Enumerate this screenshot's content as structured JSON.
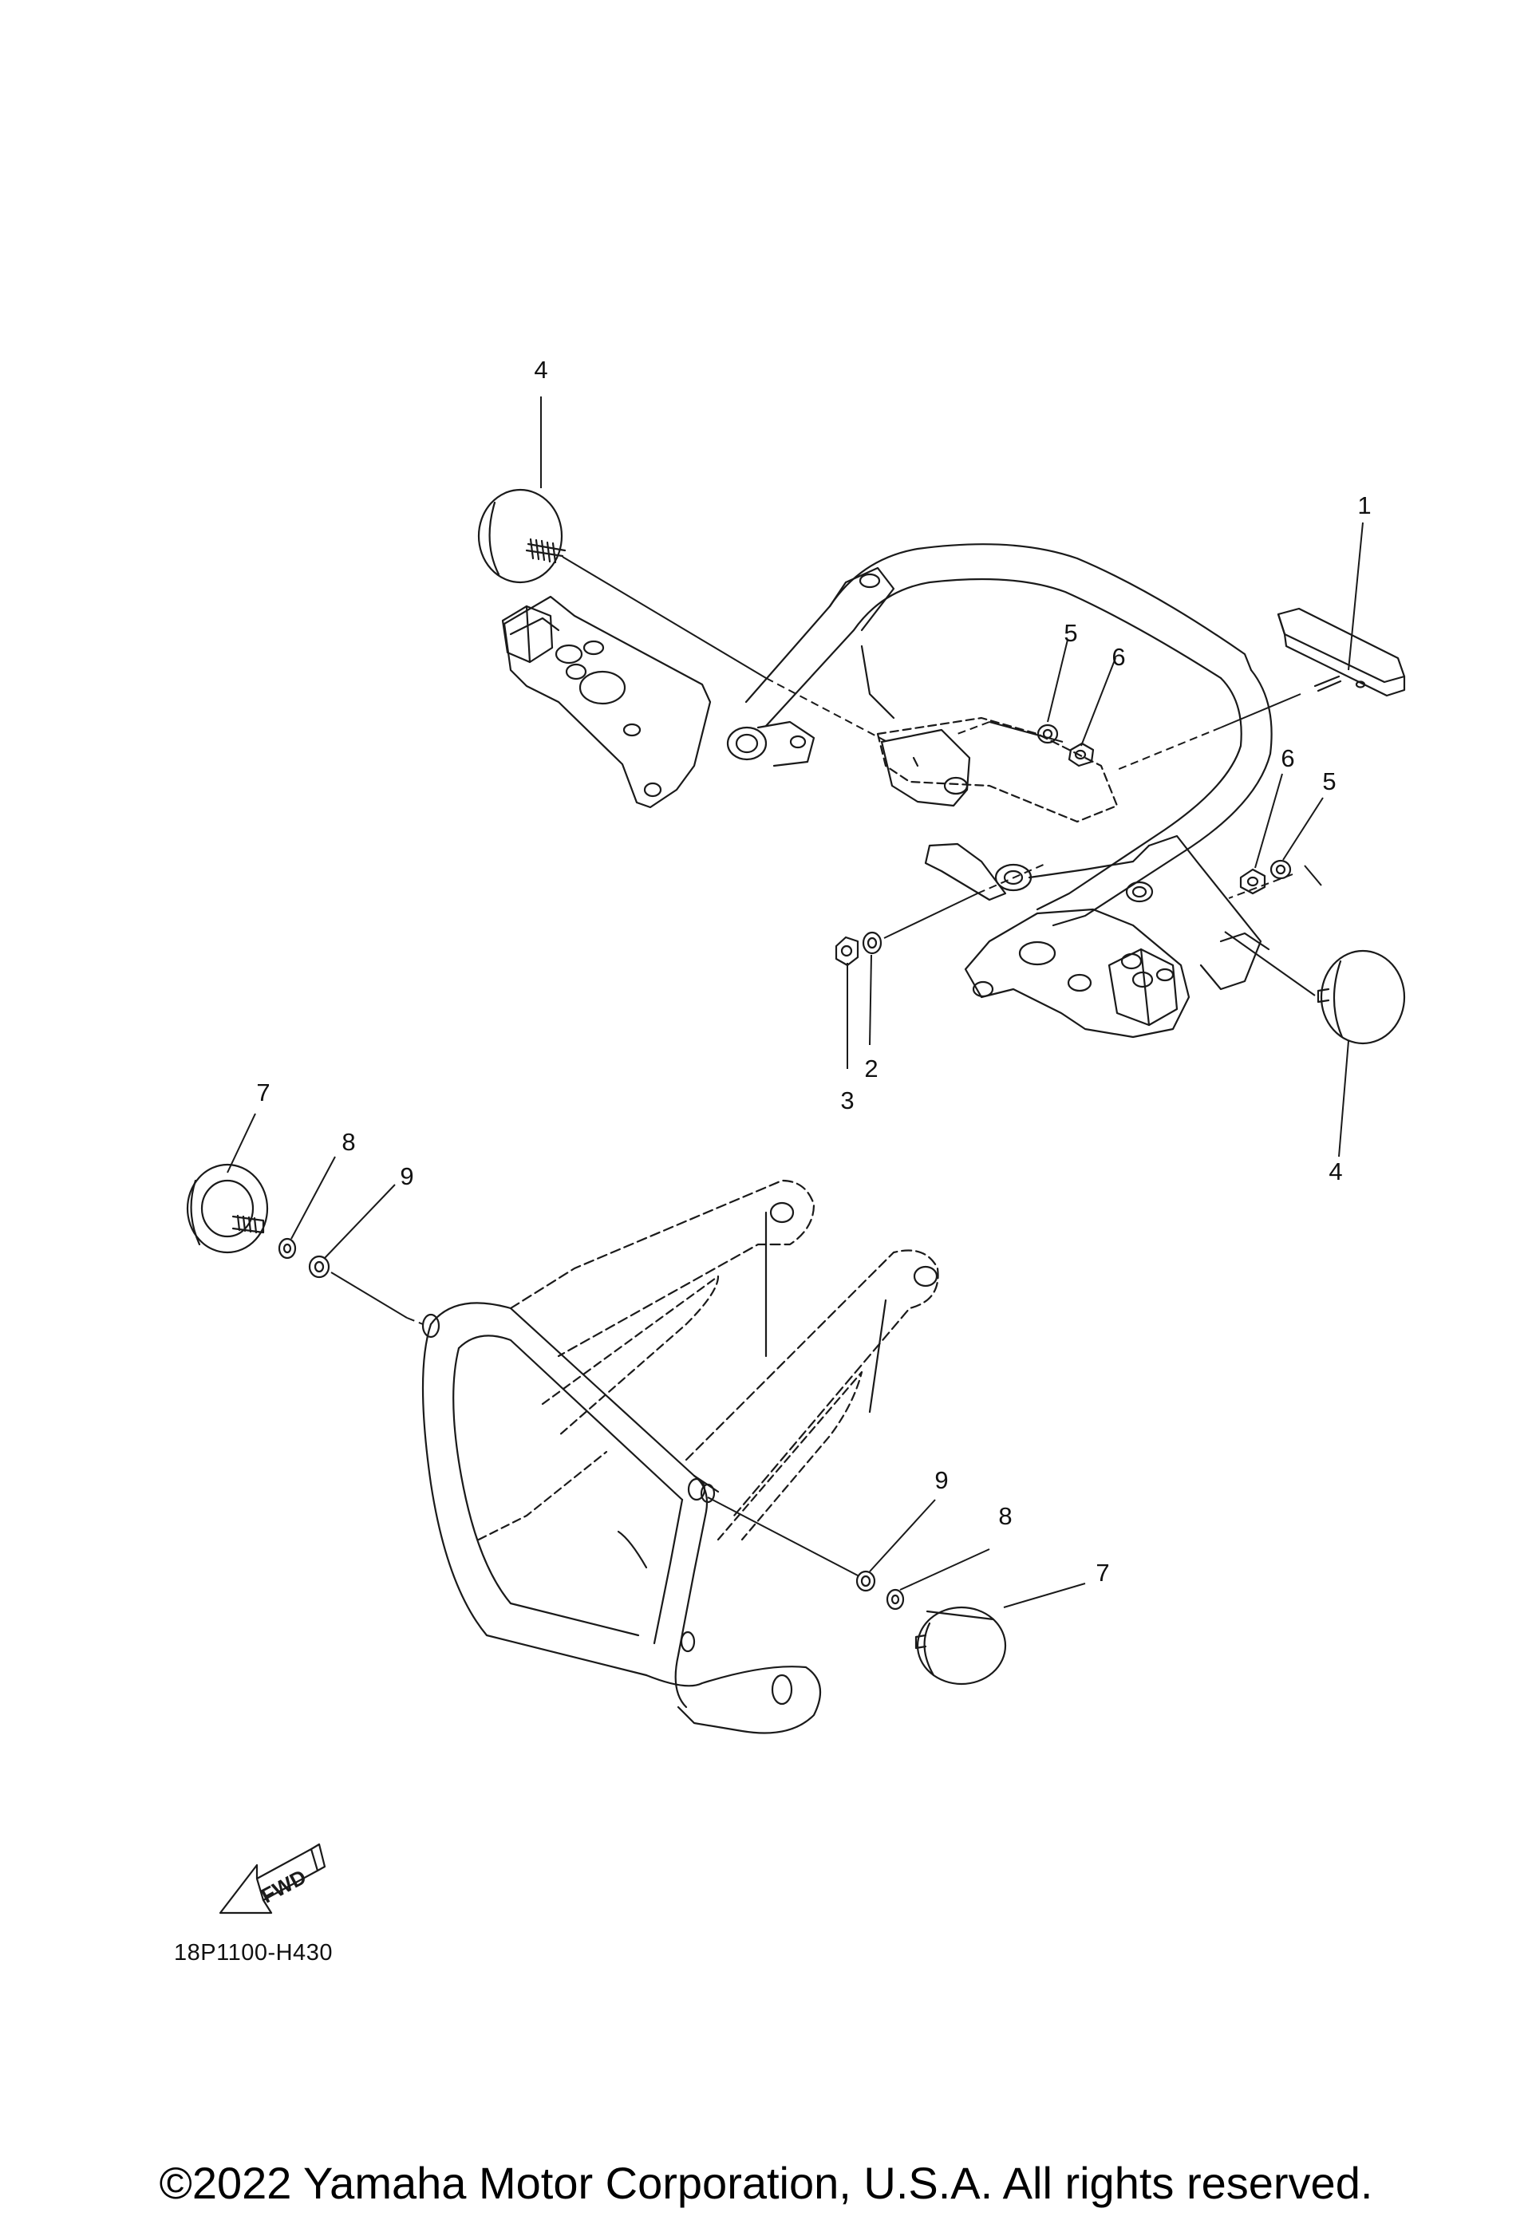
{
  "diagram": {
    "callouts": [
      {
        "id": "c1",
        "text": "1"
      },
      {
        "id": "c2",
        "text": "2"
      },
      {
        "id": "c3",
        "text": "3"
      },
      {
        "id": "c4a",
        "text": "4"
      },
      {
        "id": "c4b",
        "text": "4"
      },
      {
        "id": "c5a",
        "text": "5"
      },
      {
        "id": "c5b",
        "text": "5"
      },
      {
        "id": "c6a",
        "text": "6"
      },
      {
        "id": "c6b",
        "text": "6"
      },
      {
        "id": "c7a",
        "text": "7"
      },
      {
        "id": "c7b",
        "text": "7"
      },
      {
        "id": "c8a",
        "text": "8"
      },
      {
        "id": "c8b",
        "text": "8"
      },
      {
        "id": "c9a",
        "text": "9"
      },
      {
        "id": "c9b",
        "text": "9"
      }
    ],
    "fwd_label": "FWD",
    "drawing_code": "18P1100-H430"
  },
  "footer": {
    "copyright": "©2022 Yamaha Motor Corporation, U.S.A. All rights reserved."
  },
  "colors": {
    "line": "#1a1a1a",
    "background": "#ffffff"
  }
}
